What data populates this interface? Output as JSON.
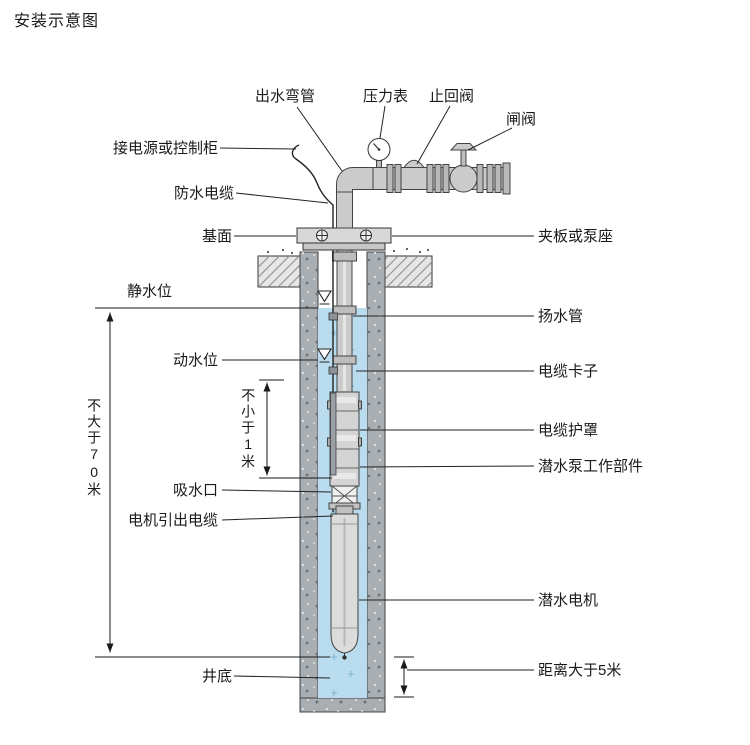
{
  "title": "安装示意图",
  "labels": {
    "outlet_elbow": "出水弯管",
    "pressure_gauge": "压力表",
    "check_valve": "止回阀",
    "gate_valve": "闸阀",
    "power_or_control_cabinet": "接电源或控制柜",
    "waterproof_cable": "防水电缆",
    "base_surface": "基面",
    "clamp_or_pump_seat": "夹板或泵座",
    "static_water_level": "静水位",
    "riser_pipe": "扬水管",
    "dynamic_water_level": "动水位",
    "cable_clamp": "电缆卡子",
    "cable_guard": "电缆护罩",
    "pump_working_parts": "潜水泵工作部件",
    "suction_inlet": "吸水口",
    "motor_lead_cable": "电机引出电缆",
    "submersible_motor": "潜水电机",
    "well_bottom": "井底",
    "max_depth": "不大于70米",
    "min_submergence": "不小于1米",
    "bottom_clearance": "距离大于5米"
  },
  "colors": {
    "water": "#b9ddee",
    "wall": "#a9aeb2",
    "ground": "#e6e6e6",
    "pipe": "#cbcbcb",
    "line": "#1a1a1a"
  }
}
